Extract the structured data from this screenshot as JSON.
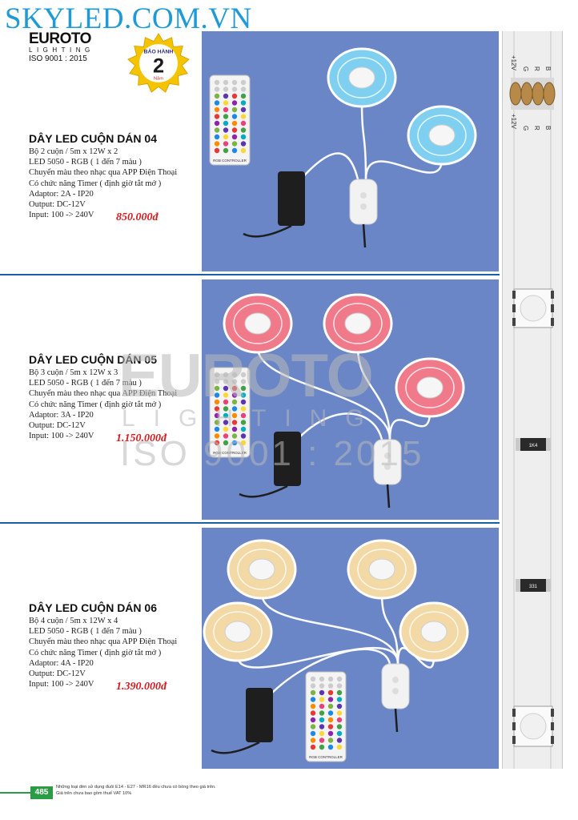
{
  "header": {
    "site_url": "SKYLED.COM.VN",
    "brand": {
      "name": "EUROTO",
      "registered": "®",
      "sub": "LIGHTING",
      "iso": "ISO 9001 : 2015"
    },
    "warranty": {
      "top": "BẢO HÀNH",
      "number": "2",
      "unit": "Năm",
      "color": "#f5c400"
    }
  },
  "products": [
    {
      "title": "DÂY LED CUỘN DÁN 04",
      "specs": [
        "Bộ 2 cuộn / 5m x 12W x 2",
        "LED 5050 - RGB ( 1 đến 7 màu )",
        "Chuyển màu theo nhạc qua APP Điện Thoại",
        "Có chức năng Timer ( định giờ tắt mở )",
        "Adaptor: 2A - IP20",
        "Output: DC-12V",
        "Input: 100 -> 240V"
      ],
      "price": "850.000đ",
      "light_color": "#7fd0f0",
      "coil_count": 2
    },
    {
      "title": "DÂY LED CUỘN DÁN 05",
      "specs": [
        "Bộ 3 cuộn / 5m x 12W x 3",
        "LED 5050 - RGB ( 1 đến 7 màu )",
        "Chuyển màu theo nhạc qua APP Điện Thoại",
        "Có chức năng Timer ( định giờ tắt mở )",
        "Adaptor: 3A - IP20",
        "Output: DC-12V",
        "Input: 100 -> 240V"
      ],
      "price": "1.150.000đ",
      "light_color": "#f07a8a",
      "coil_count": 3
    },
    {
      "title": "DÂY LED CUỘN DÁN 06",
      "specs": [
        "Bộ 4 cuộn / 5m x 12W x 4",
        "LED 5050 - RGB ( 1 đến 7 màu )",
        "Chuyển màu theo nhạc qua APP Điện Thoại",
        "Có chức năng Timer ( định giờ tắt mở )",
        "Adaptor: 4A - IP20",
        "Output: DC-12V",
        "Input: 100 -> 240V"
      ],
      "price": "1.390.000đ",
      "light_color": "#f3d9a6",
      "coil_count": 4
    }
  ],
  "strip": {
    "pad_labels": [
      "+12V",
      "G",
      "R",
      "B"
    ],
    "resistor_labels": [
      "1K4",
      "331"
    ]
  },
  "remote": {
    "label": "RGB CONTROLLER"
  },
  "watermark": {
    "brand": "EUROTO",
    "sub": "LIGHTING",
    "iso": "ISO 9001 : 2015",
    "registered": "®"
  },
  "footer": {
    "page_number": "485",
    "notes": [
      "Những loại đèn sử dụng đuôi E14 - E27 - MR16 đều chưa có bóng theo giá trên.",
      "Giá trên chưa bao gồm thuế VAT 10%"
    ]
  },
  "colors": {
    "accent_blue": "#1f9ad6",
    "panel_blue": "#6a86c7",
    "price_red": "#d71920",
    "page_green": "#2c9b46",
    "divider_blue": "#1b5fa8"
  }
}
